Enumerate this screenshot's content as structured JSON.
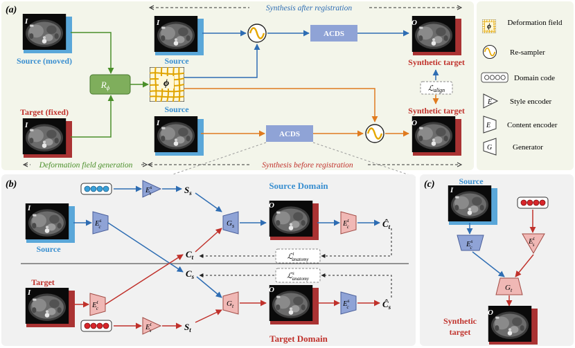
{
  "panel_a": {
    "tag": "(a)",
    "top_banner": "Synthesis after registration",
    "source_moved": "Source (moved)",
    "target_fixed": "Target (fixed)",
    "r_phi": "R",
    "r_phi_sub": "ϕ",
    "phi": "ϕ",
    "source_top": "Source",
    "source_bottom": "Source",
    "acds_top": "ACDS",
    "acds_bottom": "ACDS",
    "synthetic_target_top": "Synthetic target",
    "synthetic_target_bottom": "Synthetic target",
    "l_align": "ℒ",
    "l_align_sub": "align",
    "bottom_left_banner": "Deformation field generation",
    "bottom_right_banner": "Synthesis before registration",
    "scan_I": "I",
    "scan_O": "O"
  },
  "legend": {
    "deformation_field": "Deformation field",
    "resampler": "Re-sampler",
    "domain_code": "Domain code",
    "style_encoder": "Style encoder",
    "content_encoder": "Content encoder",
    "generator": "Generator",
    "E": "E",
    "G": "G",
    "phi": "ϕ"
  },
  "panel_b": {
    "tag": "(b)",
    "source_domain": "Source Domain",
    "target_domain": "Target Domain",
    "source_label": "Source",
    "target_label": "Target",
    "S_s": "S",
    "S_t": "S",
    "C_t": "C",
    "C_s": "C",
    "C_t_hat": "Ĉ",
    "C_s_hat": "Ĉ",
    "G_s": "G",
    "G_t": "G",
    "E_s_style": "E",
    "E_t_style": "E",
    "E_c_s": "E",
    "E_c_t": "E",
    "E_c_t_out": "E",
    "E_c_s_out": "E",
    "L_anatomy_t": "ℒ",
    "L_anatomy_s": "ℒ",
    "anatomy_sub": "anatomy"
  },
  "panel_c": {
    "tag": "(c)",
    "source_label": "Source",
    "synthetic_target_line1": "Synthetic",
    "synthetic_target_line2": "target",
    "E_c_s": "E",
    "E_s_t": "E",
    "G_t": "G"
  },
  "colors": {
    "blue": "#2e6db3",
    "red": "#c0312b",
    "green": "#4a8f2a",
    "orange": "#e07b1f",
    "acds": "#8fa3d6",
    "rphi": "#7fae5c",
    "panel_a_bg": "#f3f5ea",
    "panel_b_bg": "#f1f1f1"
  }
}
